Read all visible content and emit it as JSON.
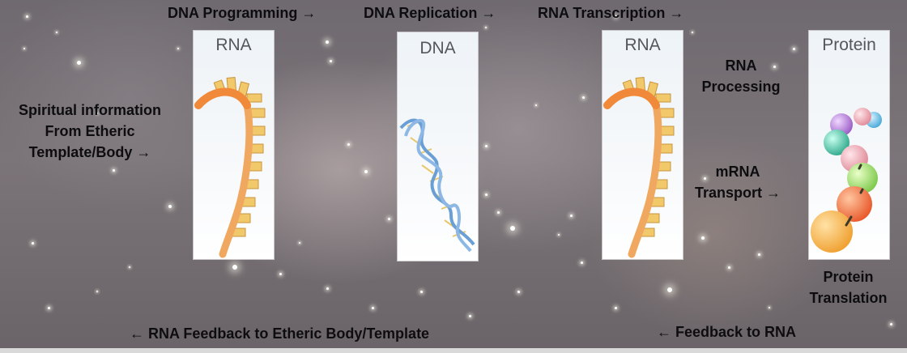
{
  "top_flow": {
    "dna_programming": "DNA Programming →",
    "dna_replication": "DNA Replication →",
    "rna_transcription": "RNA Transcription →"
  },
  "left_label": {
    "line1": "Spiritual information",
    "line2": "From Etheric",
    "line3": "Template/Body →"
  },
  "cards": {
    "rna_left": "RNA",
    "dna": "DNA",
    "rna_right": "RNA",
    "protein": "Protein"
  },
  "middle_labels": {
    "rna_processing_line1": "RNA",
    "rna_processing_line2": "Processing",
    "mrna_transport_line1": "mRNA",
    "mrna_transport_line2": "Transport →"
  },
  "protein_translation": {
    "line1": "Protein",
    "line2": "Translation"
  },
  "bottom_flow": {
    "rna_feedback": "← RNA Feedback to Etheric Body/Template",
    "feedback_to_rna": "← Feedback to RNA"
  },
  "colors": {
    "rna_strand": "#f0a860",
    "rna_bases": "#f2c96a",
    "dna_strand": "#6a9fd6",
    "dna_rungs": "#e8c86a",
    "protein_beads": [
      "#f2a83a",
      "#ef6a2e",
      "#8fd15a",
      "#e7a0a8",
      "#3fb59a",
      "#a06acb",
      "#5fb8e0"
    ]
  }
}
